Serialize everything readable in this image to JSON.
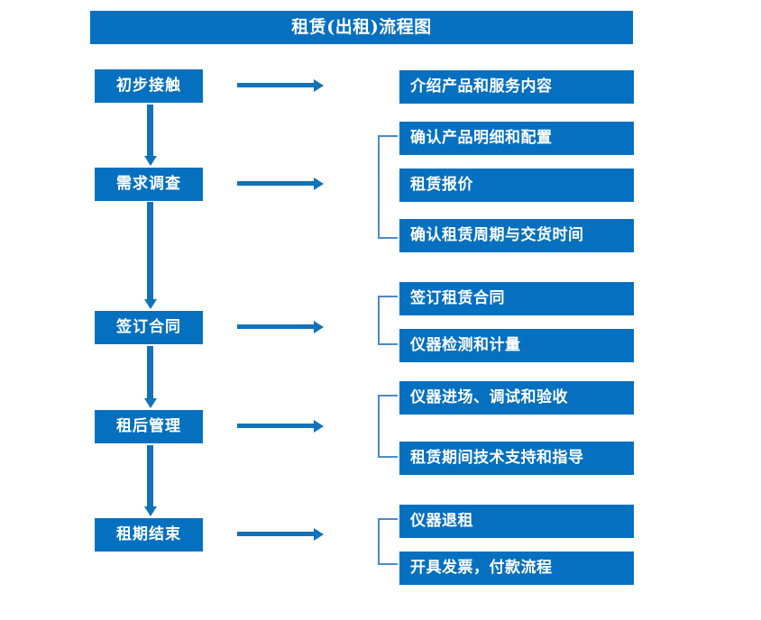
{
  "header": {
    "title": "租赁(出租)流程图"
  },
  "colors": {
    "box_blue": "#0570c0",
    "arrow_blue": "#1272b8",
    "bracket_blue": "#4e89c4",
    "box_text": "#ffffff",
    "background": "#ffffff"
  },
  "stages": [
    {
      "label": "初步接触"
    },
    {
      "label": "需求调查"
    },
    {
      "label": "签订合同"
    },
    {
      "label": "租后管理"
    },
    {
      "label": "租期结束"
    }
  ],
  "tasks": [
    {
      "label": "介绍产品和服务内容"
    },
    {
      "label": "确认产品明细和配置"
    },
    {
      "label": "租赁报价"
    },
    {
      "label": "确认租赁周期与交货时间"
    },
    {
      "label": "签订租赁合同"
    },
    {
      "label": "仪器检测和计量"
    },
    {
      "label": "仪器进场、调试和验收"
    },
    {
      "label": "租赁期间技术支持和指导"
    },
    {
      "label": "仪器退租"
    },
    {
      "label": "开具发票，付款流程"
    }
  ],
  "groups": [
    {
      "name": "需求调查-group",
      "tasks": [
        "确认产品明细和配置",
        "租赁报价",
        "确认租赁周期与交货时间"
      ]
    },
    {
      "name": "签订合同-group",
      "tasks": [
        "签订租赁合同",
        "仪器检测和计量"
      ]
    },
    {
      "name": "租后管理-group",
      "tasks": [
        "仪器进场、调试和验收",
        "租赁期间技术支持和指导"
      ]
    },
    {
      "name": "租期结束-group",
      "tasks": [
        "仪器退租",
        "开具发票，付款流程"
      ]
    }
  ],
  "connectors": {
    "down_arrow_count": 4,
    "right_arrow_count": 5
  }
}
